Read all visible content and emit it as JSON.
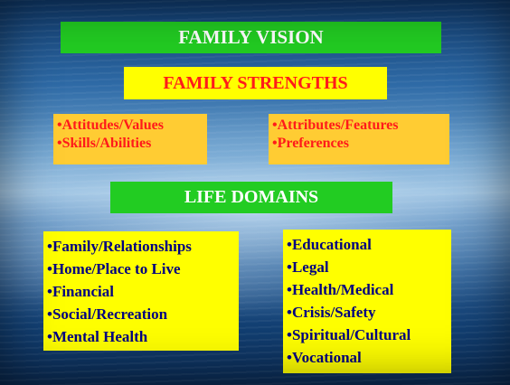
{
  "slide": {
    "title": "FAMILY VISION",
    "strengths_heading": "FAMILY STRENGTHS",
    "strengths_left": [
      "Attitudes/Values",
      "Skills/Abilities"
    ],
    "strengths_right": [
      "Attributes/Features",
      "Preferences"
    ],
    "domains_heading": "LIFE DOMAINS",
    "domains_left": [
      "Family/Relationships",
      "Home/Place to Live",
      "Financial",
      "Social/Recreation",
      "Mental Health"
    ],
    "domains_right": [
      "Educational",
      "Legal",
      "Health/Medical",
      "Crisis/Safety",
      "Spiritual/Cultural",
      "Vocational"
    ]
  },
  "colors": {
    "green_box": "#22cc22",
    "yellow_box": "#ffff00",
    "orange_box": "#ffcc33",
    "red_text": "#ff1a1a",
    "navy_text": "#000080",
    "white_text": "#ffffff"
  }
}
